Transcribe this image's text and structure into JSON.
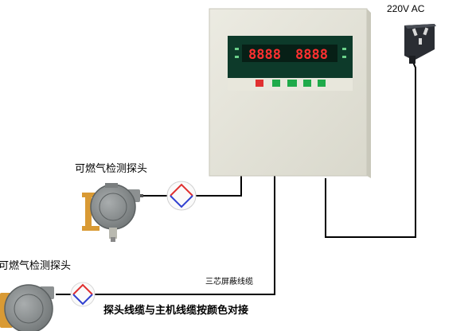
{
  "labels": {
    "power": "220V AC",
    "detector_1": "可燃气检测探头",
    "detector_2": "可燃气检测探头",
    "cable": "三芯屏蔽线缆",
    "instruction": "探头线缆与主机线缆按颜色对接"
  },
  "controller": {
    "display_left": "8888",
    "display_right": "8888",
    "buttons": [
      "red",
      "green",
      "green",
      "green",
      "green"
    ]
  },
  "colors": {
    "wire": "#000000",
    "panel": "#e4e3d8",
    "display": "#0d3a2a",
    "segment": "#ff3030",
    "detector_body": "#8a8f90",
    "detector_bracket": "#d99a34",
    "connector_red": "#e03030",
    "connector_blue": "#3040d0"
  }
}
